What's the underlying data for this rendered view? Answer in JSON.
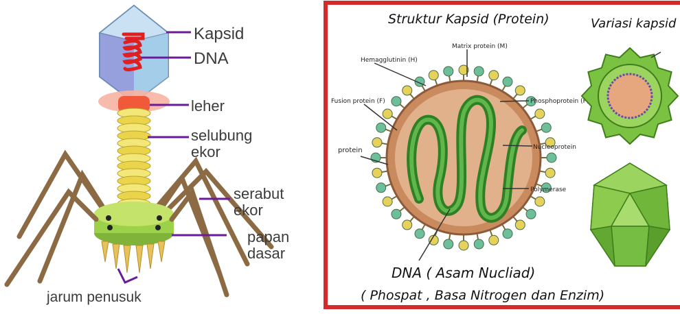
{
  "left_panel": {
    "labels": {
      "kapsid": "Kapsid",
      "dna": "DNA",
      "leher": "leher",
      "selubung_1": "selubung",
      "selubung_2": "ekor",
      "serabut_1": "serabut",
      "serabut_2": "ekor",
      "papan_1": "papan",
      "papan_2": "dasar",
      "jarum": "jarum penusuk"
    },
    "colors": {
      "pointer": "#6a1b9a",
      "capsid": "#9ec7e6",
      "dna": "#e02020",
      "neck": "#f05a3a",
      "sheath": "#f2e46a",
      "baseplate": "#9bd24a",
      "fiber": "#8b6a44"
    }
  },
  "right_panel": {
    "title": "Struktur Kapsid  (Protein)",
    "variasi_title": "Variasi kapsid",
    "labels": {
      "hemagglutinin": "Hemagglutinin (H)",
      "matrix": "Matrix protein (M)",
      "fusion": "Fusion protein (F)",
      "phospho": "Phosphoprotein (P)",
      "protein": "protein",
      "nucleo": "Nucleoprotein",
      "polymerase": "Polymerase"
    },
    "dna_caption": "DNA ( Asam Nucliad)",
    "dna_sub": "( Phospat , Basa Nitrogen dan Enzim)",
    "colors": {
      "frame": "#d32b2b",
      "core": "#d9a27a",
      "rna": "#3e8e2e",
      "spike_green": "#6cbf9a",
      "spike_yellow": "#e6d15a",
      "variant": "#7cc242"
    }
  }
}
